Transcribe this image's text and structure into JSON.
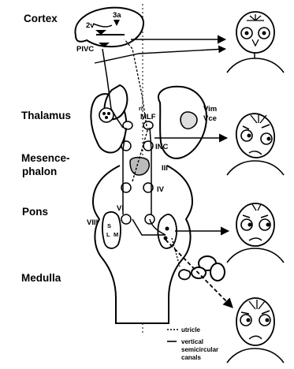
{
  "levels": {
    "cortex": "Cortex",
    "thalamus": "Thalamus",
    "mesencephalon_1": "Mesence-",
    "mesencephalon_2": "phalon",
    "pons": "Pons",
    "medulla": "Medulla"
  },
  "cortex_areas": {
    "area_2v": "2v",
    "area_3a": "3a",
    "pivc": "PIVC"
  },
  "thalamus_nuclei": {
    "vim": "Vim",
    "vce": "Vce"
  },
  "midbrain_nuclei": {
    "ri": "ri",
    "mlf": "MLF",
    "inc": "INC",
    "iii": "III",
    "iv": "IV"
  },
  "pontine_nuclei": {
    "vi": "VI",
    "viii": "VIII",
    "s": "S",
    "l": "L",
    "m": "M"
  },
  "legend": {
    "utricle": "utricle",
    "vertical_1": "vertical",
    "vertical_2": "semicircular",
    "vertical_3": "canals"
  }
}
